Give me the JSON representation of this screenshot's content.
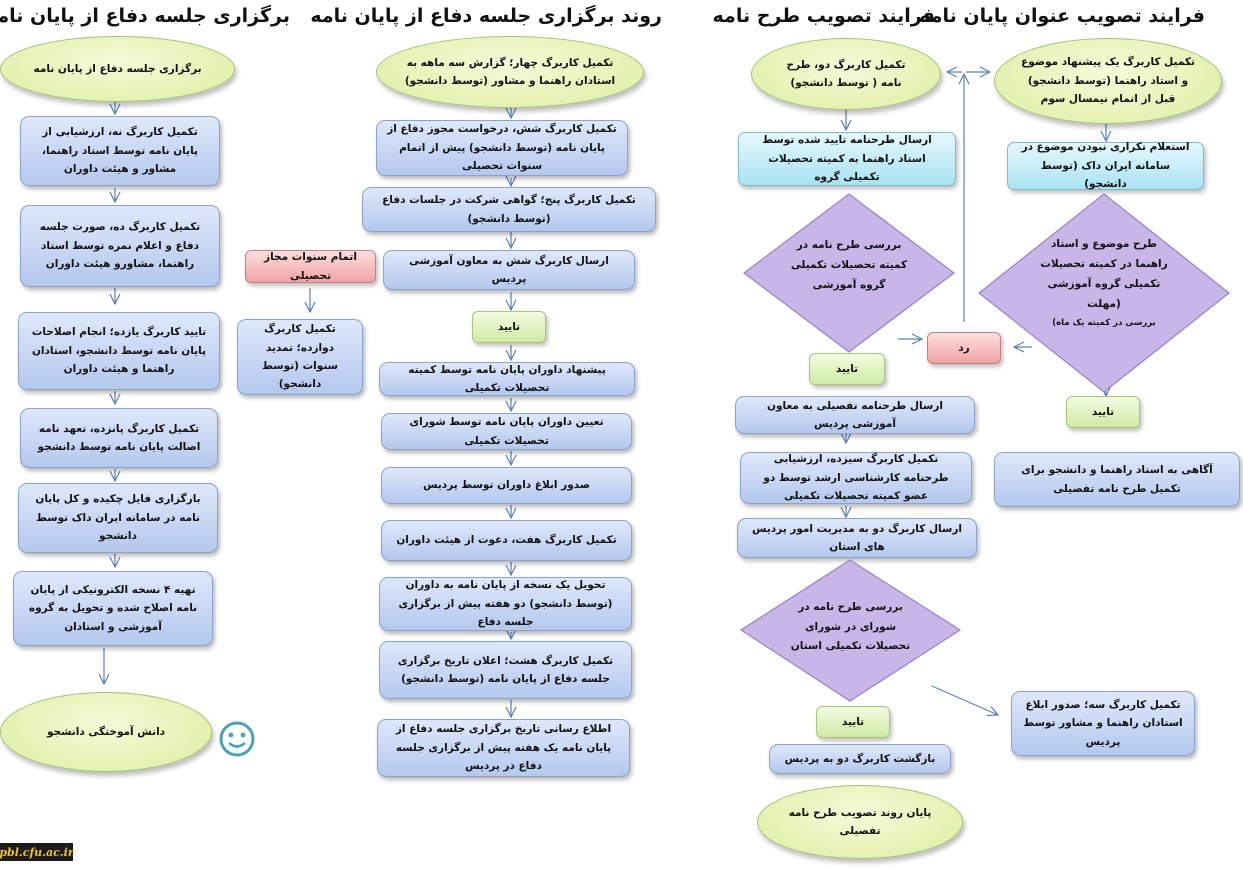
{
  "columns": {
    "col1": {
      "title": "فرایند تصویب عنوان پایان نامه",
      "start": "تکمیل کاربرگ یک پیشنهاد موضوع و استاد راهنما (توسط دانشجو) قبل از اتمام نیمسال سوم",
      "inquiry": "استعلام تکراری نبودن موضوع در سامانه ایران داک (توسط دانشجو)",
      "decision_main": "طرح موضوع و استاد راهنما در کمیته تحصیلات تکمیلی گروه آموزشی (مهلت",
      "decision_note": "بررسی در کمیته یک ماه)",
      "approve": "تایید",
      "notify": "آگاهی به استاد راهنما و دانشجو برای تکمیل طرح نامه تفصیلی",
      "form3": "تکمیل کاربرگ سه؛ صدور ابلاغ استادان راهنما و مشاور توسط پردیس"
    },
    "col2": {
      "title": "فرایند تصویب طرح نامه",
      "start": "تکمیل کاربرگ دو، طرح نامه ( توسط دانشجو)",
      "send_committee": "ارسال طرحنامه تایید شده توسط استاد راهنما به کمیته تحصیلات تکمیلی گروه",
      "decision1": "بررسی طرح نامه در کمیته تحصیلات تکمیلی گروه آموزشی",
      "reject": "رد",
      "approve1": "تایید",
      "send_deputy": "ارسال طرحنامه تفصیلی به معاون آموزشی پردیس",
      "form13": "تکمیل کاربرگ سیزده، ارزشیابی طرحنامه کارشناسی ارشد توسط دو عضو کمیته تحصیلات تکمیلی",
      "send_form2": "ارسال کاربرگ دو به مدیریت امور پردیس های استان",
      "decision2": "بررسی طرح نامه در شورای در شورای تحصیلات تکمیلی استان",
      "approve2": "تایید",
      "return_form2": "بازگشت کاربرگ دو به پردیس",
      "end": "پایان روند تصویب طرح نامه تفصیلی"
    },
    "col3": {
      "title": "روند برگزاری جلسه دفاع از پایان نامه",
      "start": "تکمیل کاربرگ چهار؛ گزارش سه ماهه به استادان راهنما و مشاور (توسط دانشجو)",
      "form6": "تکمیل کاربرگ شش، درخواست مجوز دفاع از پایان نامه (توسط دانشجو) پیش از اتمام سنوات تحصیلی",
      "form5": "تکمیل کاربرگ پنج؛ گواهی شرکت در جلسات دفاع (توسط دانشجو)",
      "send_form6": "ارسال کاربرگ شش به معاون آموزشی پردیس",
      "approve": "تایید",
      "propose_referees": "پیشنهاد داوران پایان نامه توسط کمیته تحصیلات تکمیلی",
      "assign_referees": "تعیین داوران پایان نامه توسط شورای تحصیلات تکمیلی",
      "issue_referees": "صدور ابلاغ داوران توسط پردیس",
      "form7": "تکمیل کاربرگ هفت، دعوت از هیئت داوران",
      "deliver_copy": "تحویل یک نسخه از پایان نامه به داوران (توسط دانشجو) دو هفته پیش از برگزاری جلسه دفاع",
      "form8": "تکمیل کاربرگ هشت؛ اعلان تاریخ برگزاری جلسه دفاع از پایان نامه (توسط دانشجو)",
      "announce": "اطلاع رسانی تاریخ برگزاری جلسه دفاع از پایان نامه یک هفته پیش از برگزاری جلسه دفاع در پردیس",
      "side_expired": "اتمام سنوات مجاز تحصیلی",
      "side_form12": "تکمیل کاربرگ دوازده؛ تمدید سنوات (توسط دانشجو)"
    },
    "col4": {
      "title": "برگزاری جلسه دفاع از پایان نامه",
      "start": "برگزاری جلسه دفاع از پایان نامه",
      "form9": "تکمیل کاربرگ نه، ارزشیابی از پایان نامه توسط استاد راهنما، مشاور و هیئت داوران",
      "form10": "تکمیل کاربرگ ده، صورت جلسه دفاع و اعلام نمره توسط استاد راهنما، مشاورو هیئت داوران",
      "form11": "تایید کاربرگ یازده؛ انجام اصلاحات پایان نامه توسط دانشجو، استادان راهنما و هیئت داوران",
      "form15": "تکمیل کاربرگ پانزده، تعهد نامه اصالت پایان نامه توسط دانشجو",
      "upload": "بارگزاری فایل چکیده و کل پایان نامه در سامانه ایران داک توسط دانشجو",
      "copies": "تهیه ۴ نسخه الکترونیکی از پایان نامه اصلاح شده و تحویل به گروه آموزشی و استادان",
      "end": "دانش آموختگی دانشجو"
    }
  },
  "icons": {
    "smiley": "smiley-face-icon"
  },
  "watermark": "pbl.cfu.ac.ir",
  "colors": {
    "process_box": "#b4c8ee",
    "inquiry_box": "#a9e2f2",
    "approve_box": "#cfeaa4",
    "reject_box": "#f0a3a3",
    "decision": "#c8b6e8",
    "terminal": "#dbef9f",
    "arrow": "#5b7fb3",
    "smiley": "#4aa3b5"
  }
}
